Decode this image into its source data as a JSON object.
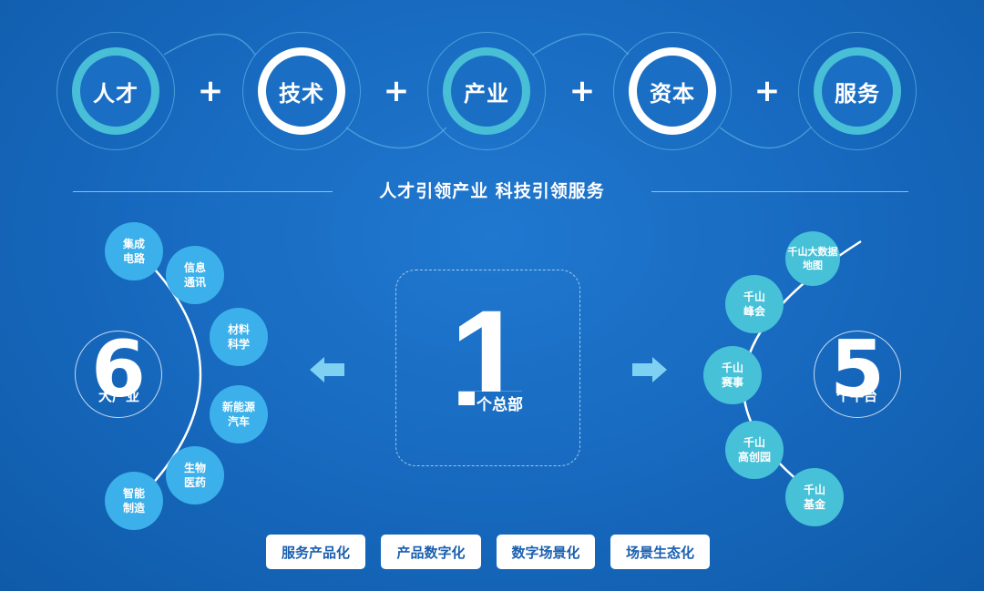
{
  "top_row": {
    "items": [
      "人才",
      "技术",
      "产业",
      "资本",
      "服务"
    ],
    "plus": "+"
  },
  "slogan": "人才引领产业  科技引领服务",
  "left": {
    "number": "6",
    "label": "大产业",
    "items": [
      [
        "集成",
        "电路"
      ],
      [
        "信息",
        "通讯"
      ],
      [
        "材料",
        "科学"
      ],
      [
        "新能源",
        "汽车"
      ],
      [
        "生物",
        "医药"
      ],
      [
        "智能",
        "制造"
      ]
    ]
  },
  "center": {
    "number": "1",
    "label": "个总部"
  },
  "right": {
    "number": "5",
    "label": "个平台",
    "items": [
      [
        "千山大数据",
        "地图"
      ],
      [
        "千山",
        "峰会"
      ],
      [
        "千山",
        "赛事"
      ],
      [
        "千山",
        "高创园"
      ],
      [
        "千山",
        "基金"
      ]
    ]
  },
  "bottom_chips": [
    "服务产品化",
    "产品数字化",
    "数字场景化",
    "场景生态化"
  ],
  "colors": {
    "background": "#1a6fc4",
    "teal": "#48bfd6",
    "left_bubble": "#3bb0ea",
    "right_bubble": "#46c1d8",
    "arrow": "#7fd1f2",
    "chip_text": "#1a5fb0"
  }
}
